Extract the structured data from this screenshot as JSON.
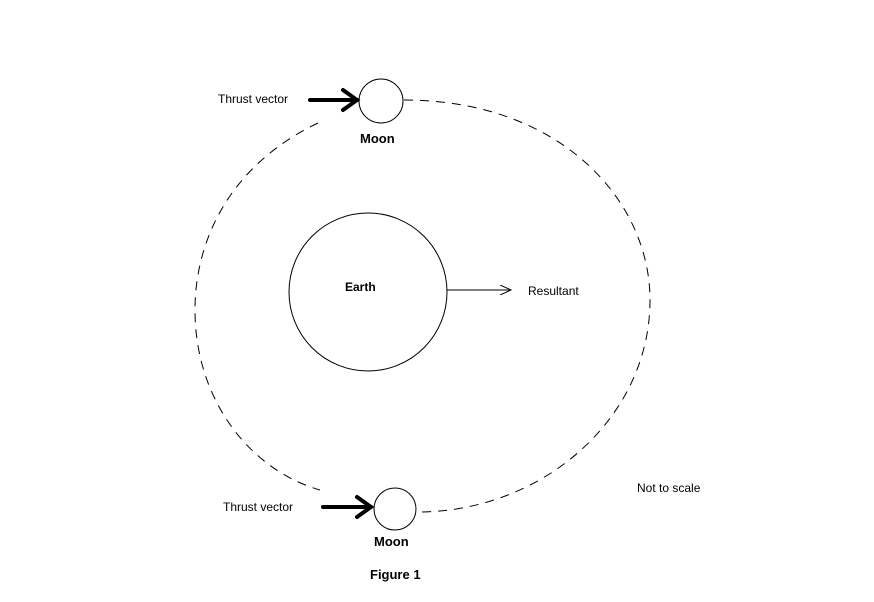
{
  "labels": {
    "thrust_top": "Thrust vector",
    "moon_top": "Moon",
    "earth": "Earth",
    "resultant": "Resultant",
    "not_to_scale": "Not to scale",
    "thrust_bottom": "Thrust vector",
    "moon_bottom": "Moon",
    "caption": "Figure 1"
  }
}
